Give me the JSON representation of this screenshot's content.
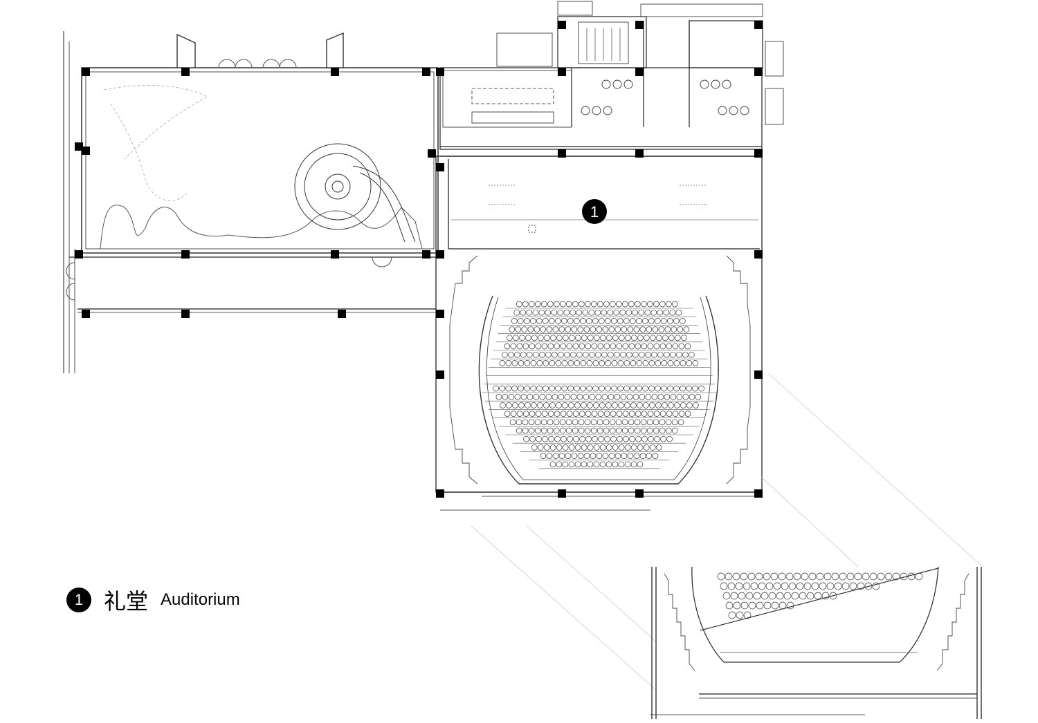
{
  "plan": {
    "room_marker": "1"
  },
  "legend": {
    "number": "1",
    "name_cn": "礼堂",
    "name_en": "Auditorium"
  },
  "colors": {
    "ink": "#000000",
    "line": "#333333",
    "light_line": "#9a9a9a",
    "background": "#ffffff"
  }
}
